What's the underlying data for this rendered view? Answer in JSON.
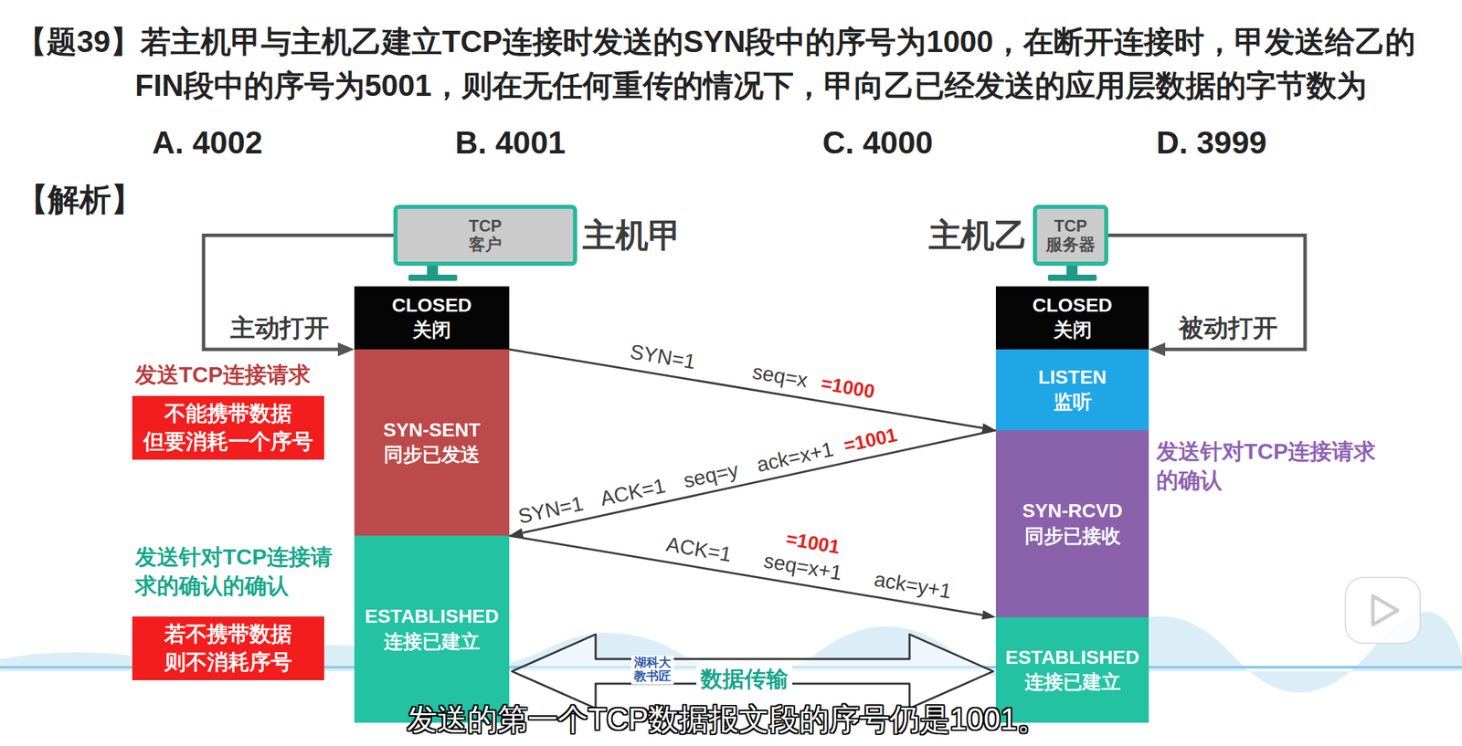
{
  "diagram": {
    "title": "【题39】若主机甲与主机乙建立TCP连接时发送的SYN段中的序号为1000，在断开连接时，甲发送给乙的FIN段中的序号为5001，则在无任何重传的情况下，甲向乙已经发送的应用层数据的字节数为",
    "caption": "发送的第一个TCP数据报文段的序号仍是1001。",
    "nodes": [
      {
        "text": [
          "TCP 客户",
          "主机甲"
        ]
      },
      {
        "text": [
          "TCP 服务器",
          "主机乙"
        ]
      },
      {
        "text": [
          "CLOSED 关闭"
        ]
      },
      {
        "text": [
          "SYN-SENT 同步已发送"
        ]
      },
      {
        "text": [
          "ESTABLISHED 连接已建立"
        ]
      },
      {
        "text": [
          "CLOSED 关闭"
        ]
      },
      {
        "text": [
          "LISTEN 监听"
        ]
      },
      {
        "text": [
          "SYN-RCVD 同步已接收"
        ]
      },
      {
        "text": [
          "ESTABLISHED 连接已建立"
        ]
      },
      {
        "text": [
          "不能携带数据 但要消耗一个序号"
        ]
      },
      {
        "text": [
          "若不携带数据 则不消耗序号"
        ]
      }
    ],
    "edges": [
      {
        "from": 0,
        "to": 2,
        "label": "主动打开",
        "arrow": "to"
      },
      {
        "from": 1,
        "to": 5,
        "label": "被动打开",
        "arrow": "to"
      },
      {
        "from": 3,
        "to": 6,
        "label": "SYN=1",
        "arrow": "to"
      },
      {
        "from": 7,
        "to": 4,
        "label": "SYN=1 ACK=1 seq=y ack=x+1",
        "arrow": "to"
      },
      {
        "from": 4,
        "to": 8,
        "label": "ACK=1 seq=x+1 ack=y+1",
        "arrow": "to"
      },
      {
        "from": 4,
        "to": 8,
        "label": "数据传输",
        "arrow": "both"
      }
    ],
    "labels": [
      "A. 4002",
      "B. 4001",
      "C. 4000",
      "D. 3999",
      "【解析】",
      "发送TCP连接请求",
      "发送针对TCP连接请 求的确认的确认",
      "发送针对TCP连接请求 的确认",
      "seq=x",
      "=1000",
      "=1001",
      "=1001",
      "湖科大 教书匠"
    ]
  }
}
